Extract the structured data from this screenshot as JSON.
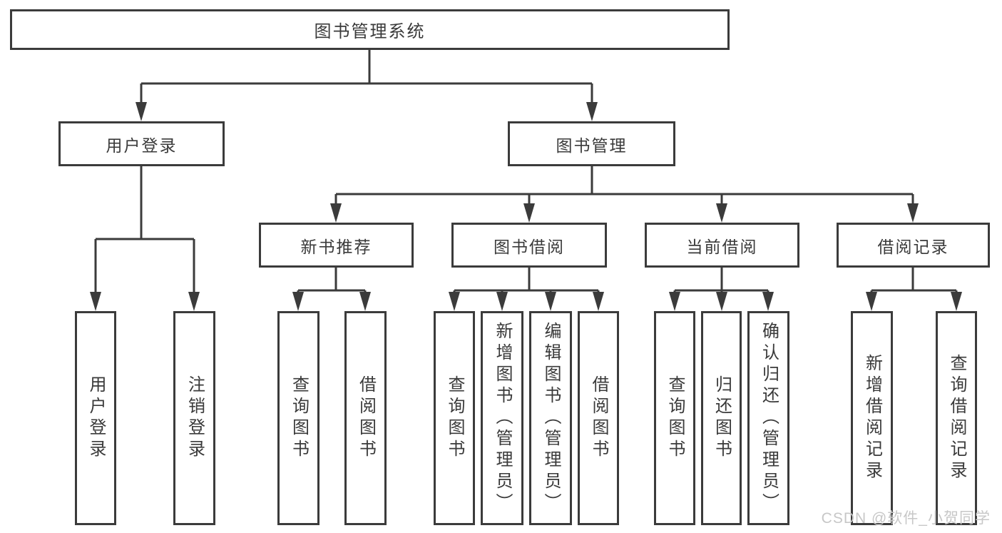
{
  "diagram": {
    "type": "hierarchy-tree",
    "title": "图书管理系统",
    "colors": {
      "box_border": "#3b3b3b",
      "box_fill": "#ffffff",
      "line": "#3b3b3b",
      "text": "#3a3a3a",
      "background": "#ffffff",
      "watermark": "#c7c7c7"
    },
    "nodes": {
      "root": {
        "label": "图书管理系统"
      },
      "user_login": {
        "label": "用户登录"
      },
      "book_mgmt": {
        "label": "图书管理"
      },
      "new_book_rec": {
        "label": "新书推荐"
      },
      "book_borrow": {
        "label": "图书借阅"
      },
      "current_borrow": {
        "label": "当前借阅"
      },
      "borrow_records": {
        "label": "借阅记录"
      },
      "leaf_user_login": {
        "label": "用户登录"
      },
      "leaf_logout": {
        "label": "注销登录"
      },
      "leaf_query_book_1": {
        "label": "查询图书"
      },
      "leaf_borrow_book_1": {
        "label": "借阅图书"
      },
      "leaf_query_book_2": {
        "label": "查询图书"
      },
      "leaf_add_book": {
        "label": "新增图书（管理员）"
      },
      "leaf_edit_book": {
        "label": "编辑图书（管理员）"
      },
      "leaf_borrow_book_2": {
        "label": "借阅图书"
      },
      "leaf_query_book_3": {
        "label": "查询图书"
      },
      "leaf_return_book": {
        "label": "归还图书"
      },
      "leaf_confirm_return": {
        "label": "确认归还（管理员）"
      },
      "leaf_add_borrow_record": {
        "label": "新增借阅记录"
      },
      "leaf_query_borrow_record": {
        "label": "查询借阅记录"
      }
    },
    "edges": [
      {
        "from": "root",
        "to": [
          "user_login",
          "book_mgmt"
        ]
      },
      {
        "from": "user_login",
        "to": [
          "leaf_user_login",
          "leaf_logout"
        ]
      },
      {
        "from": "book_mgmt",
        "to": [
          "new_book_rec",
          "book_borrow",
          "current_borrow",
          "borrow_records"
        ]
      },
      {
        "from": "new_book_rec",
        "to": [
          "leaf_query_book_1",
          "leaf_borrow_book_1"
        ]
      },
      {
        "from": "book_borrow",
        "to": [
          "leaf_query_book_2",
          "leaf_add_book",
          "leaf_edit_book",
          "leaf_borrow_book_2"
        ]
      },
      {
        "from": "current_borrow",
        "to": [
          "leaf_query_book_3",
          "leaf_return_book",
          "leaf_confirm_return"
        ]
      },
      {
        "from": "borrow_records",
        "to": [
          "leaf_add_borrow_record",
          "leaf_query_borrow_record"
        ]
      }
    ]
  },
  "watermark": {
    "text": "CSDN @软件_小贺同学"
  }
}
